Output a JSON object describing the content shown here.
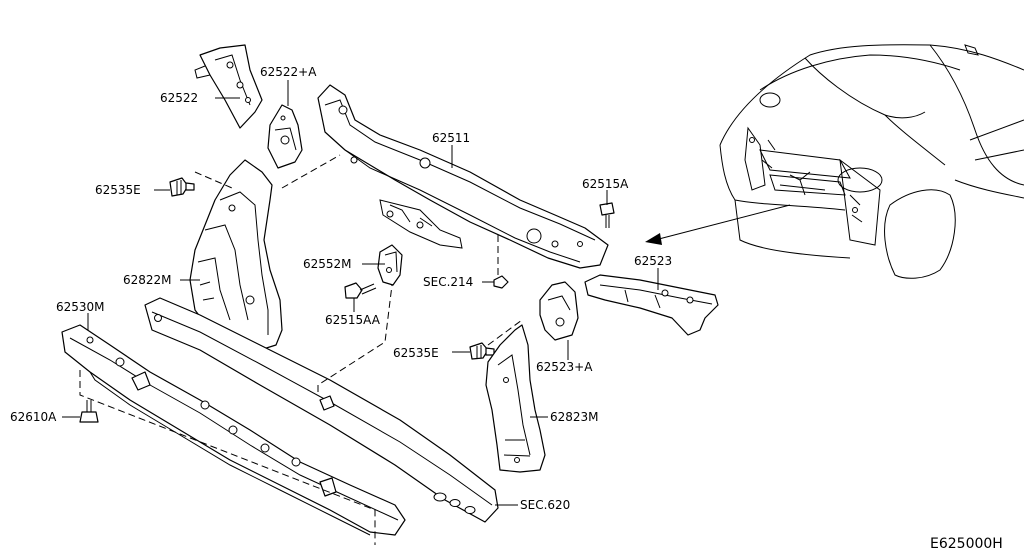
{
  "diagram": {
    "code": "E625000H",
    "labels": [
      {
        "key": "l62522",
        "text": "62522"
      },
      {
        "key": "l62522a",
        "text": "62522+A"
      },
      {
        "key": "l62511",
        "text": "62511"
      },
      {
        "key": "l62535e_top",
        "text": "62535E"
      },
      {
        "key": "l62515a",
        "text": "62515A"
      },
      {
        "key": "l62523",
        "text": "62523"
      },
      {
        "key": "l62552m",
        "text": "62552M"
      },
      {
        "key": "lsec214",
        "text": "SEC.214"
      },
      {
        "key": "l62822m",
        "text": "62822M"
      },
      {
        "key": "l62515aa",
        "text": "62515AA"
      },
      {
        "key": "l62530m",
        "text": "62530M"
      },
      {
        "key": "l62535e_bot",
        "text": "62535E"
      },
      {
        "key": "l62523a",
        "text": "62523+A"
      },
      {
        "key": "l62823m",
        "text": "62823M"
      },
      {
        "key": "l62610a",
        "text": "62610A"
      },
      {
        "key": "lsec620",
        "text": "SEC.620"
      }
    ]
  }
}
